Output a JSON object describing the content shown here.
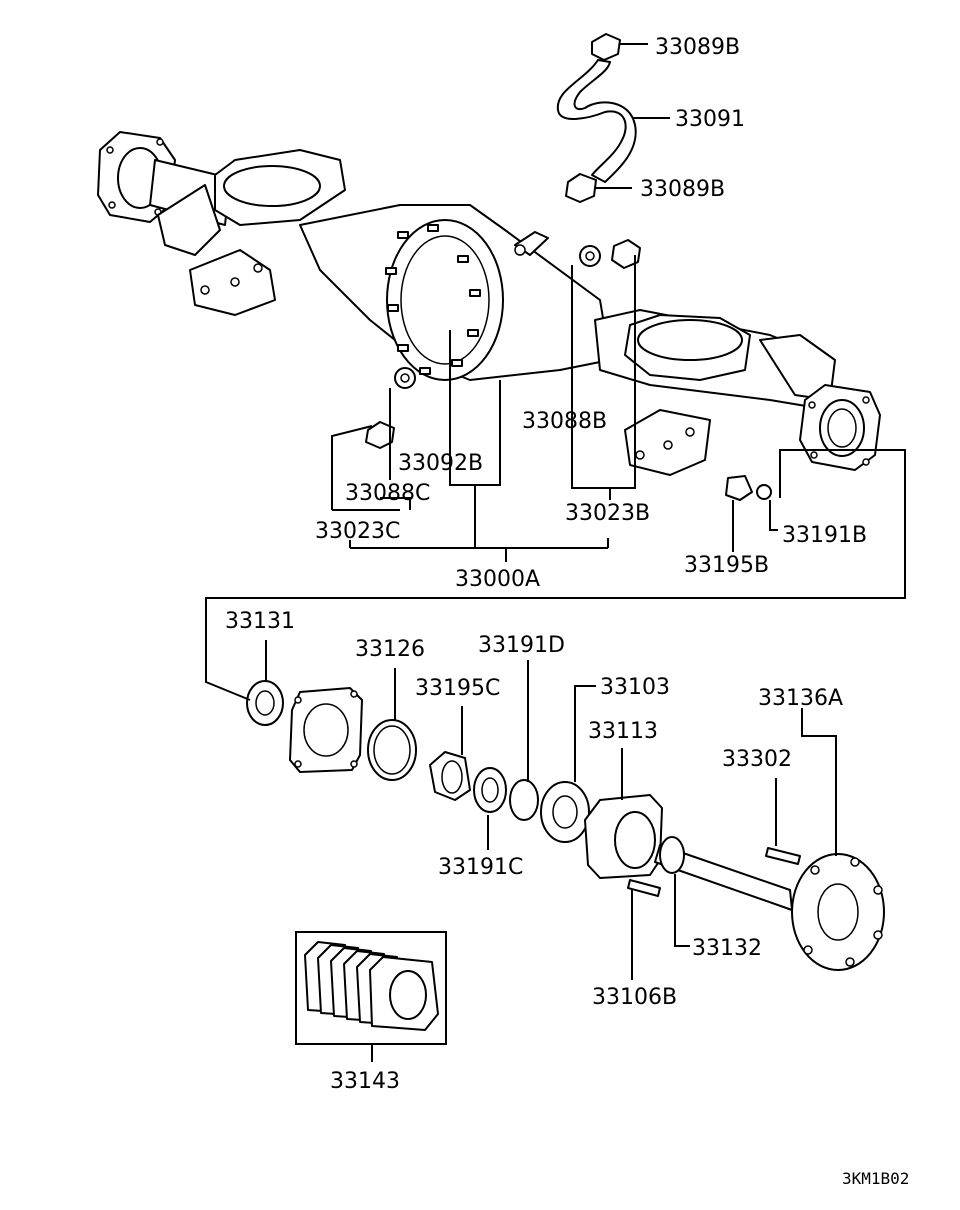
{
  "diagram": {
    "drawing_code": "3KM1B02",
    "part_numbers": {
      "p33089B_top": "33089B",
      "p33091": "33091",
      "p33089B_bottom": "33089B",
      "p33088B": "33088B",
      "p33092B": "33092B",
      "p33088C": "33088C",
      "p33023C": "33023C",
      "p33023B": "33023B",
      "p33000A": "33000A",
      "p33195B": "33195B",
      "p33191B": "33191B",
      "p33131": "33131",
      "p33126": "33126",
      "p33191D": "33191D",
      "p33195C": "33195C",
      "p33103": "33103",
      "p33113": "33113",
      "p33136A": "33136A",
      "p33302": "33302",
      "p33191C": "33191C",
      "p33132": "33132",
      "p33106B": "33106B",
      "p33143": "33143"
    }
  }
}
